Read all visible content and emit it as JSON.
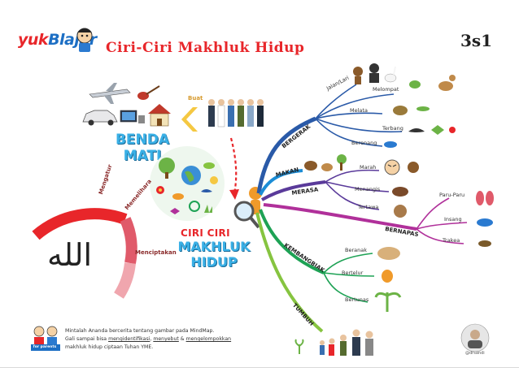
{
  "header": {
    "logo": "yukBlajar",
    "logo_part1": "yuk",
    "logo_part2": "Blajar",
    "title": "Ciri-Ciri Makhluk Hidup",
    "code": "3s1"
  },
  "left": {
    "benda_line1": "BENDA",
    "benda_line2": "MATI",
    "buat": "Buat",
    "arc_labels": [
      "Mengatur",
      "Memelihara",
      "Menciptakan"
    ],
    "allah_text": "الله"
  },
  "center": {
    "ciri_red": "CIRI CIRI",
    "ciri_blue_line1": "MAKHLUK",
    "ciri_blue_line2": "HIDUP"
  },
  "mindmap": {
    "branches": [
      {
        "label": "BERGERAK",
        "color": "#2a5aa8",
        "subs": [
          "Jalan/Lari",
          "Melompat",
          "Melata",
          "Terbang",
          "Berenang"
        ]
      },
      {
        "label": "MAKAN",
        "color": "#1c8dd6",
        "subs": []
      },
      {
        "label": "MERASA",
        "color": "#5a3a9a",
        "subs": [
          "Marah",
          "Menangis",
          "Tertawa"
        ]
      },
      {
        "label": "BERNAPAS",
        "color": "#b0309a",
        "subs": [
          "Paru-Paru",
          "Insang",
          "Trakea"
        ]
      },
      {
        "label": "KEMBANGBIAK",
        "color": "#1ea255",
        "subs": [
          "Beranak",
          "Bertelur",
          "Bertunas"
        ]
      },
      {
        "label": "TUMBUH",
        "color": "#86c440",
        "subs": []
      }
    ]
  },
  "instruction": {
    "line1": "Mintalah Ananda bercerita tentang gambar pada MindMap.",
    "line2_prefix": "Gali sampai bisa ",
    "line2_u1": "mengidentifikasi",
    "line2_mid": ", ",
    "line2_u2": "menyebut",
    "line2_and": " & ",
    "line2_u3": "mengelompokkan",
    "line3": "makhluk hidup ciptaan Tuhan YME.",
    "badge": "for parents"
  },
  "credit": "@drsandi"
}
